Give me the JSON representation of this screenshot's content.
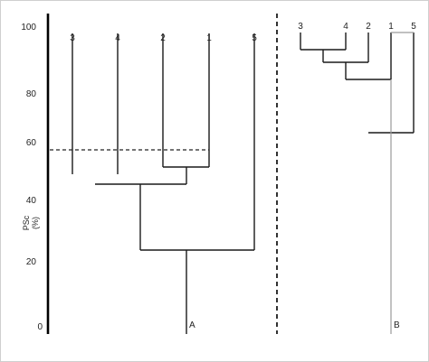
{
  "axis": {
    "title_line1": "PSc",
    "title_line2": "(%)",
    "ticks": [
      {
        "value": 100,
        "label": "100"
      },
      {
        "value": 80,
        "label": "80"
      },
      {
        "value": 60,
        "label": "60"
      },
      {
        "value": 40,
        "label": "40"
      },
      {
        "value": 20,
        "label": "20"
      },
      {
        "value": 0,
        "label": "0"
      }
    ]
  },
  "dendrogram_a": {
    "panel_label": "A",
    "leaves": [
      "3",
      "4",
      "2",
      "1",
      "5"
    ],
    "threshold_line": 57.5
  },
  "dendrogram_b": {
    "panel_label": "B",
    "leaves": [
      "3",
      "4",
      "2",
      "1",
      "5"
    ]
  }
}
